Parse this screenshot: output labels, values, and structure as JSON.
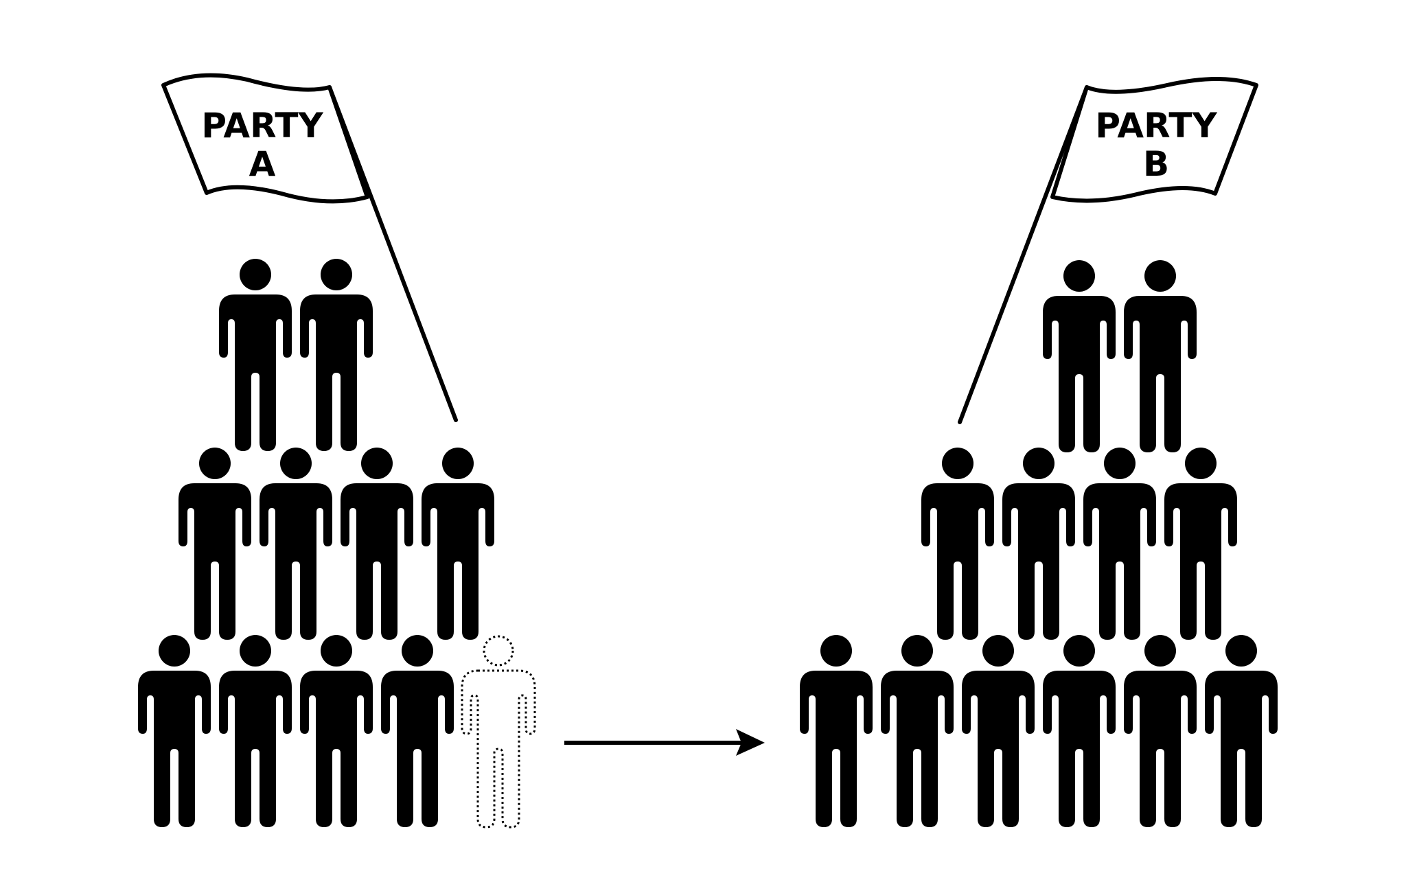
{
  "party_a": {
    "label_line1": "PARTY",
    "label_line2": "A",
    "rows": [
      2,
      4,
      5
    ],
    "members_present": 10,
    "members_departed": 1
  },
  "party_b": {
    "label_line1": "PARTY",
    "label_line2": "B",
    "rows": [
      2,
      4,
      6
    ],
    "members_present": 12
  },
  "colors": {
    "figure": "#000000",
    "background": "#ffffff"
  },
  "icons": {
    "flag": "flag-icon",
    "person": "person-icon",
    "departed_person": "dotted-person-outline-icon",
    "transition": "arrow-right-icon"
  }
}
